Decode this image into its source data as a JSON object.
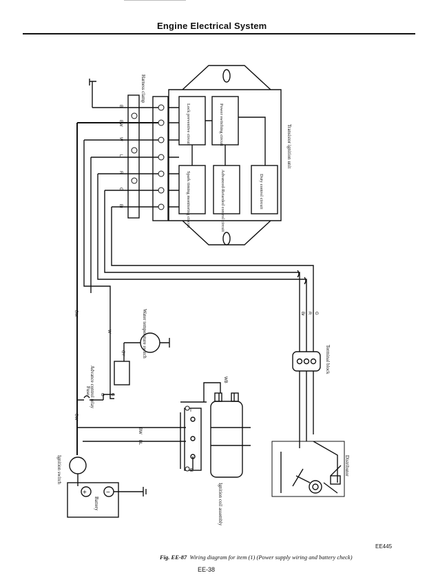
{
  "header": {
    "title": "Engine Electrical System"
  },
  "components": {
    "harness_clamp": "Harness clamp",
    "transistor_unit": "Transistor ignition unit",
    "lock_circuit": "Lock preventive circuit",
    "power_switching": "Power switching circuit",
    "spark_timing": "Spark timing monitoring circuit",
    "advanced_retarded": "Advanced-Retarded control circuit",
    "duty_control": "Duty control circuit",
    "water_temp": "Water temperature switch",
    "advance_relay": "Advance control relay",
    "fuse": "Fuse",
    "ignition_switch": "Ignition switch",
    "battery": "Battery",
    "ignition_coil": "Ignition coil assembly",
    "terminal_block": "Terminal block",
    "distributor": "Distributor"
  },
  "wire_codes": {
    "b": "B",
    "bw": "BW",
    "w": "W",
    "l": "L",
    "r": "R",
    "g": "G",
    "br": "Br",
    "gy": "GY",
    "wb": "WB",
    "bl": "BL"
  },
  "terminals": {
    "pos": "+",
    "neg": "−",
    "i": "I",
    "e": "E"
  },
  "reference_code": "EE445",
  "caption": {
    "fig": "Fig. EE-87",
    "text": "Wiring diagram for item (1) (Power supply wiring and battery check)"
  },
  "page_number": "EE-38"
}
